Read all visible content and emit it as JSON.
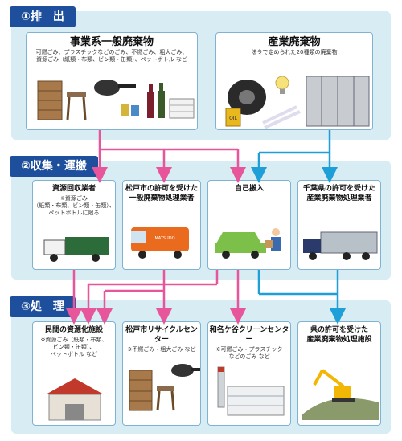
{
  "stages": {
    "emission": "①排　出",
    "collection": "②収集・運搬",
    "disposal": "③処　理"
  },
  "emission": {
    "general": {
      "title": "事業系一般廃棄物",
      "note": "可燃ごみ、プラスチックなどのごみ、不燃ごみ、粗大ごみ、\n資源ごみ（紙類・布類、ビン類・缶類）、ペットボトル など"
    },
    "industrial": {
      "title": "産業廃棄物",
      "note": "法令で定められた20種類の廃棄物",
      "oil_label": "OIL"
    }
  },
  "collection": [
    {
      "title": "資源回収業者",
      "note": "※資源ごみ\n（紙類・布類、ビン類・缶類）、\nペットボトルに限る"
    },
    {
      "title": "松戸市の許可を受けた\n一般廃棄物処理業者",
      "note": "",
      "truck_label": "MATSUDO"
    },
    {
      "title": "自己搬入",
      "note": ""
    },
    {
      "title": "千葉県の許可を受けた\n産業廃棄物処理業者",
      "note": ""
    }
  ],
  "disposal": [
    {
      "title": "民間の資源化施設",
      "note": "※資源ごみ（紙類・布類、\nビン類・缶類）、\nペットボトル など"
    },
    {
      "title": "松戸市リサイクルセンター",
      "note": "※不燃ごみ・粗大ごみ など"
    },
    {
      "title": "和名ケ谷クリーンセンター",
      "note": "※可燃ごみ・プラスチック\nなどのごみ など"
    },
    {
      "title": "県の許可を受けた\n産業廃棄物処理施設",
      "note": ""
    }
  ],
  "colors": {
    "general_flow": "#e7559a",
    "industrial_flow": "#1e9fd8",
    "stage_label": "#1e4f9c",
    "band": "#d8ecf3"
  }
}
